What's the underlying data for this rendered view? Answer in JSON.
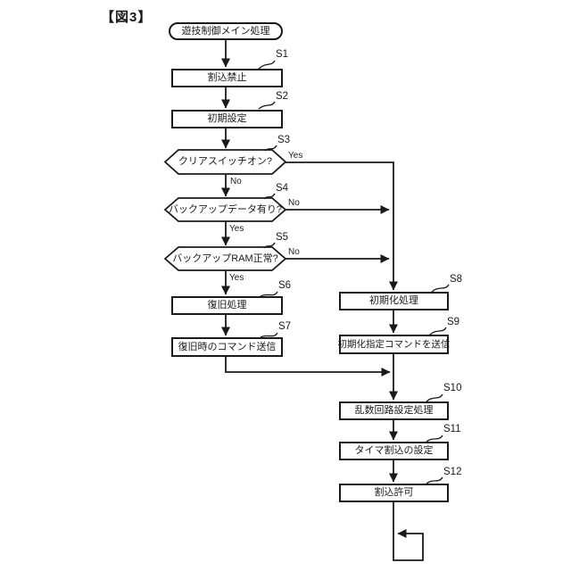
{
  "figure_title": "【図3】",
  "flowchart": {
    "start_label": "遊技制御メイン処理",
    "steps": [
      {
        "id": "S1",
        "type": "process",
        "label": "割込禁止"
      },
      {
        "id": "S2",
        "type": "process",
        "label": "初期設定"
      },
      {
        "id": "S3",
        "type": "decision",
        "label": "クリアスイッチオン?",
        "yes_label": "Yes",
        "no_label": "No"
      },
      {
        "id": "S4",
        "type": "decision",
        "label": "バックアップデータ有り?",
        "yes_label": "Yes",
        "no_label": "No"
      },
      {
        "id": "S5",
        "type": "decision",
        "label": "バックアップRAM正常?",
        "yes_label": "Yes",
        "no_label": "No"
      },
      {
        "id": "S6",
        "type": "process",
        "label": "復旧処理"
      },
      {
        "id": "S7",
        "type": "process",
        "label": "復旧時のコマンド送信"
      },
      {
        "id": "S8",
        "type": "process",
        "label": "初期化処理"
      },
      {
        "id": "S9",
        "type": "process",
        "label": "初期化指定コマンドを送信"
      },
      {
        "id": "S10",
        "type": "process",
        "label": "乱数回路設定処理"
      },
      {
        "id": "S11",
        "type": "process",
        "label": "タイマ割込の設定"
      },
      {
        "id": "S12",
        "type": "process",
        "label": "割込許可"
      }
    ],
    "edges": [
      {
        "from": "start",
        "to": "S1"
      },
      {
        "from": "S1",
        "to": "S2"
      },
      {
        "from": "S2",
        "to": "S3"
      },
      {
        "from": "S3",
        "to": "S8",
        "condition": "Yes"
      },
      {
        "from": "S3",
        "to": "S4",
        "condition": "No"
      },
      {
        "from": "S4",
        "to": "S8",
        "condition": "No"
      },
      {
        "from": "S4",
        "to": "S5",
        "condition": "Yes"
      },
      {
        "from": "S5",
        "to": "S8",
        "condition": "No"
      },
      {
        "from": "S5",
        "to": "S6",
        "condition": "Yes"
      },
      {
        "from": "S6",
        "to": "S7"
      },
      {
        "from": "S7",
        "to": "S10"
      },
      {
        "from": "S8",
        "to": "S9"
      },
      {
        "from": "S9",
        "to": "S10"
      },
      {
        "from": "S10",
        "to": "S11"
      },
      {
        "from": "S11",
        "to": "S12"
      },
      {
        "from": "S12",
        "to": "loop-back"
      }
    ],
    "line_color": "#1a1a1a",
    "background_color": "#ffffff"
  }
}
